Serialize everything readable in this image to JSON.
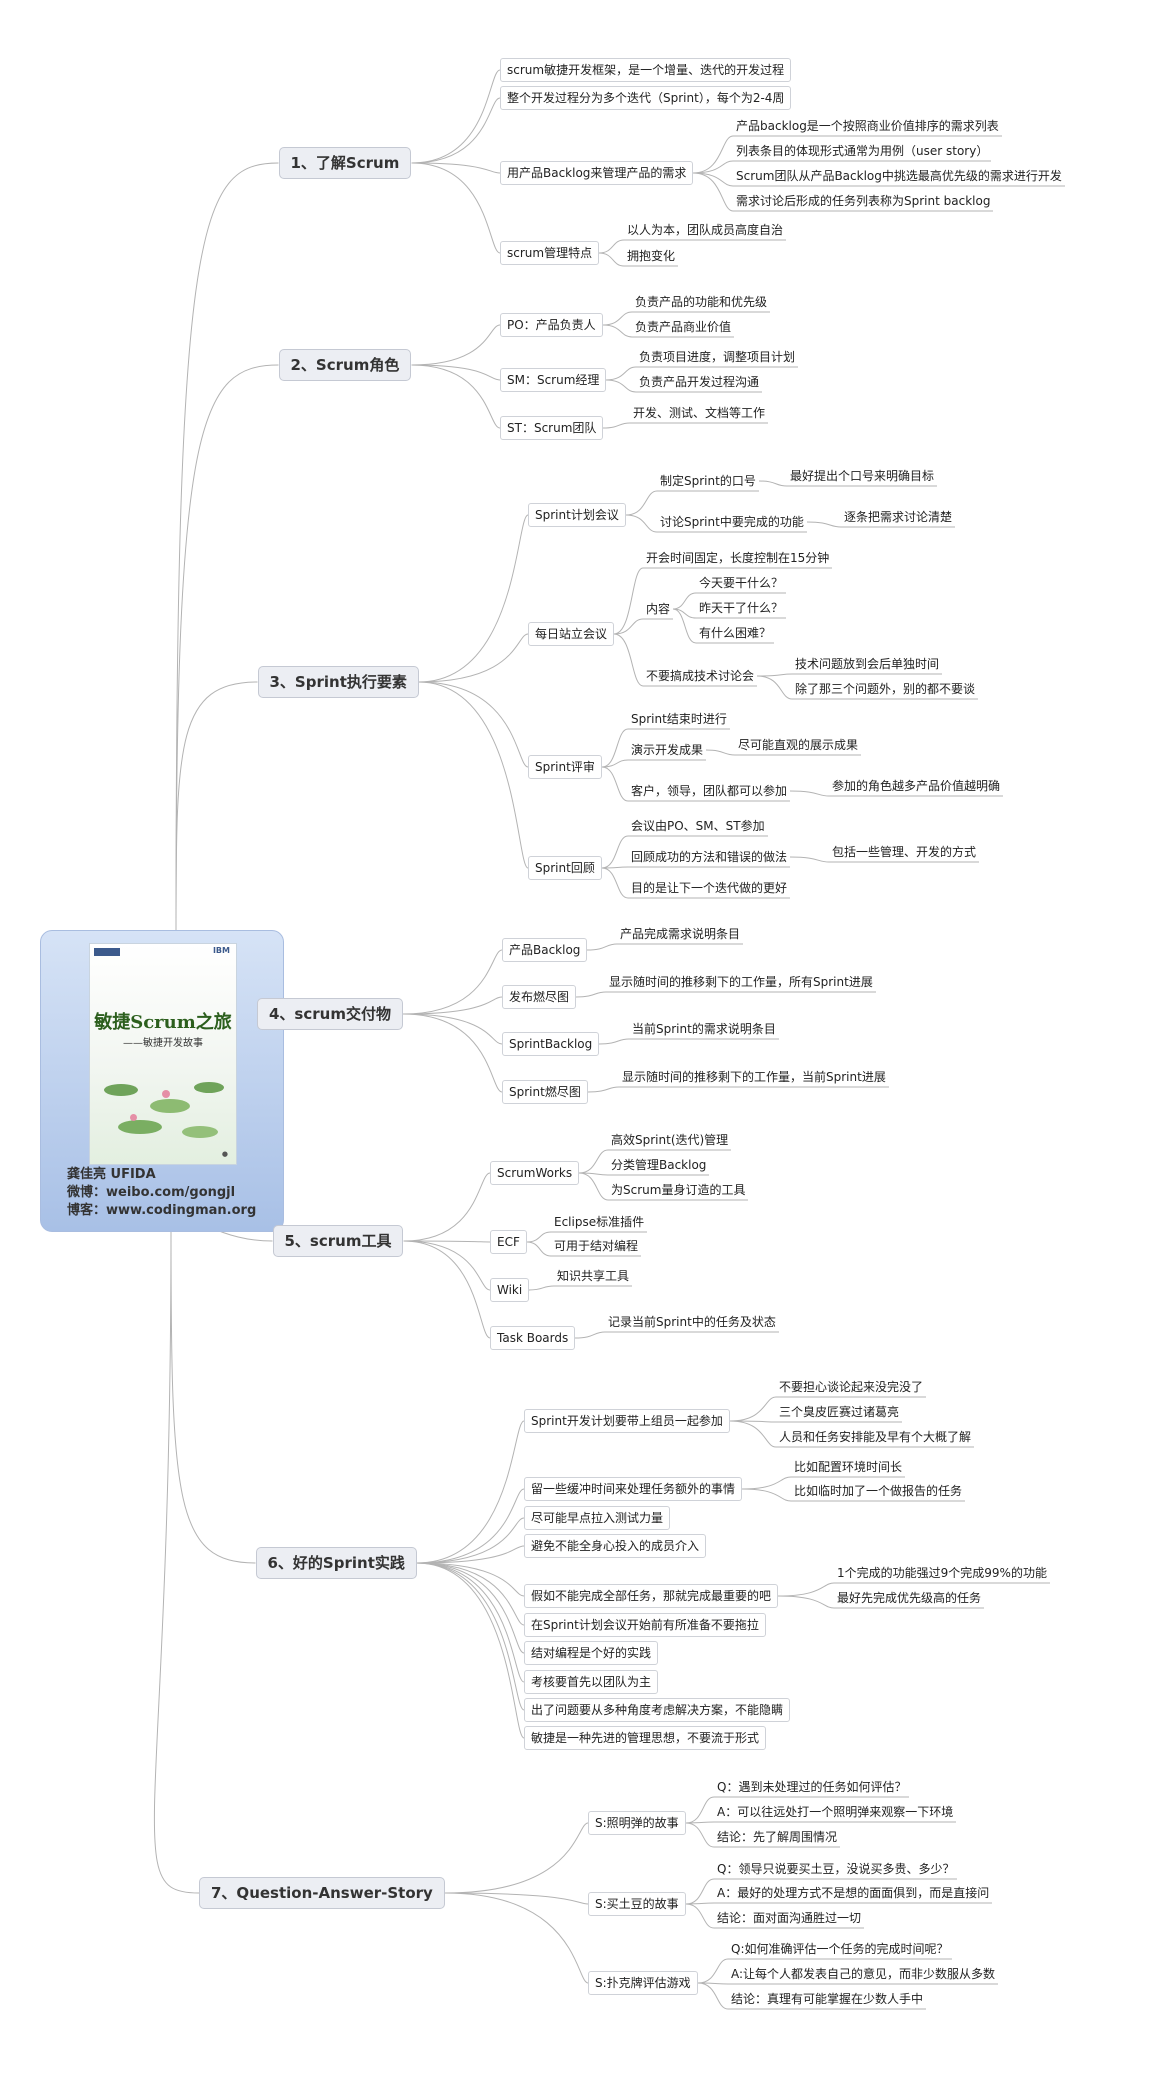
{
  "center": {
    "book_title": "敏捷Scrum之旅",
    "book_subtitle": "——敏捷开发故事",
    "author_line": "龚佳亮   UFIDA",
    "weibo_line": "微博：weibo.com/gongjl",
    "blog_line": "博客：www.codingman.org"
  },
  "colors": {
    "line": "#b3b3b3",
    "topic_bg": "#eceef3",
    "center_bg": "#b6cbeb"
  },
  "branches": [
    {
      "label": "1、了解Scrum",
      "children": [
        {
          "label": "scrum敏捷开发框架，是一个增量、迭代的开发过程"
        },
        {
          "label": "整个开发过程分为多个迭代（Sprint），每个为2-4周"
        },
        {
          "label": "用产品Backlog来管理产品的需求",
          "children": [
            {
              "label": "产品backlog是一个按照商业价值排序的需求列表"
            },
            {
              "label": "列表条目的体现形式通常为用例（user story）"
            },
            {
              "label": "Scrum团队从产品Backlog中挑选最高优先级的需求进行开发"
            },
            {
              "label": "需求讨论后形成的任务列表称为Sprint backlog"
            }
          ]
        },
        {
          "label": "scrum管理特点",
          "children": [
            {
              "label": "以人为本，团队成员高度自治"
            },
            {
              "label": "拥抱变化"
            }
          ]
        }
      ]
    },
    {
      "label": "2、Scrum角色",
      "children": [
        {
          "label": "PO：产品负责人",
          "children": [
            {
              "label": "负责产品的功能和优先级"
            },
            {
              "label": "负责产品商业价值"
            }
          ]
        },
        {
          "label": "SM：Scrum经理",
          "children": [
            {
              "label": "负责项目进度，调整项目计划"
            },
            {
              "label": "负责产品开发过程沟通"
            }
          ]
        },
        {
          "label": "ST：Scrum团队",
          "children": [
            {
              "label": "开发、测试、文档等工作"
            }
          ]
        }
      ]
    },
    {
      "label": "3、Sprint执行要素",
      "children": [
        {
          "label": "Sprint计划会议",
          "children": [
            {
              "label": "制定Sprint的口号",
              "children": [
                {
                  "label": "最好提出个口号来明确目标"
                }
              ]
            },
            {
              "label": "讨论Sprint中要完成的功能",
              "children": [
                {
                  "label": "逐条把需求讨论清楚"
                }
              ]
            }
          ]
        },
        {
          "label": "每日站立会议",
          "children": [
            {
              "label": "开会时间固定，长度控制在15分钟"
            },
            {
              "label": "内容",
              "children": [
                {
                  "label": "今天要干什么？"
                },
                {
                  "label": "昨天干了什么？"
                },
                {
                  "label": "有什么困难？"
                }
              ]
            },
            {
              "label": "不要搞成技术讨论会",
              "children": [
                {
                  "label": "技术问题放到会后单独时间"
                },
                {
                  "label": "除了那三个问题外，别的都不要谈"
                }
              ]
            }
          ]
        },
        {
          "label": "Sprint评审",
          "children": [
            {
              "label": "Sprint结束时进行"
            },
            {
              "label": "演示开发成果",
              "children": [
                {
                  "label": "尽可能直观的展示成果"
                }
              ]
            },
            {
              "label": "客户，领导，团队都可以参加",
              "children": [
                {
                  "label": "参加的角色越多产品价值越明确"
                }
              ]
            }
          ]
        },
        {
          "label": "Sprint回顾",
          "children": [
            {
              "label": "会议由PO、SM、ST参加"
            },
            {
              "label": "回顾成功的方法和错误的做法",
              "children": [
                {
                  "label": "包括一些管理、开发的方式"
                }
              ]
            },
            {
              "label": "目的是让下一个迭代做的更好"
            }
          ]
        }
      ]
    },
    {
      "label": "4、scrum交付物",
      "children": [
        {
          "label": "产品Backlog",
          "children": [
            {
              "label": "产品完成需求说明条目"
            }
          ]
        },
        {
          "label": "发布燃尽图",
          "children": [
            {
              "label": "显示随时间的推移剩下的工作量，所有Sprint进展"
            }
          ]
        },
        {
          "label": "SprintBacklog",
          "children": [
            {
              "label": "当前Sprint的需求说明条目"
            }
          ]
        },
        {
          "label": "Sprint燃尽图",
          "children": [
            {
              "label": "显示随时间的推移剩下的工作量，当前Sprint进展"
            }
          ]
        }
      ]
    },
    {
      "label": "5、scrum工具",
      "children": [
        {
          "label": "ScrumWorks",
          "children": [
            {
              "label": "高效Sprint(迭代)管理"
            },
            {
              "label": "分类管理Backlog"
            },
            {
              "label": "为Scrum量身订造的工具"
            }
          ]
        },
        {
          "label": "ECF",
          "children": [
            {
              "label": "Eclipse标准插件"
            },
            {
              "label": "可用于结对编程"
            }
          ]
        },
        {
          "label": "Wiki",
          "children": [
            {
              "label": "知识共享工具"
            }
          ]
        },
        {
          "label": "Task Boards",
          "children": [
            {
              "label": "记录当前Sprint中的任务及状态"
            }
          ]
        }
      ]
    },
    {
      "label": "6、好的Sprint实践",
      "children": [
        {
          "label": "Sprint开发计划要带上组员一起参加",
          "children": [
            {
              "label": "不要担心谈论起来没完没了"
            },
            {
              "label": "三个臭皮匠赛过诸葛亮"
            },
            {
              "label": "人员和任务安排能及早有个大概了解"
            }
          ]
        },
        {
          "label": "留一些缓冲时间来处理任务额外的事情",
          "children": [
            {
              "label": "比如配置环境时间长"
            },
            {
              "label": "比如临时加了一个做报告的任务"
            }
          ]
        },
        {
          "label": "尽可能早点拉入测试力量"
        },
        {
          "label": "避免不能全身心投入的成员介入"
        },
        {
          "label": "假如不能完成全部任务，那就完成最重要的吧",
          "children": [
            {
              "label": "1个完成的功能强过9个完成99%的功能"
            },
            {
              "label": "最好先完成优先级高的任务"
            }
          ]
        },
        {
          "label": "在Sprint计划会议开始前有所准备不要拖拉"
        },
        {
          "label": "结对编程是个好的实践"
        },
        {
          "label": "考核要首先以团队为主"
        },
        {
          "label": "出了问题要从多种角度考虑解决方案，不能隐瞒"
        },
        {
          "label": "敏捷是一种先进的管理思想，不要流于形式"
        }
      ]
    },
    {
      "label": "7、Question-Answer-Story",
      "children": [
        {
          "label": "S:照明弹的故事",
          "children": [
            {
              "label": "Q：遇到未处理过的任务如何评估？"
            },
            {
              "label": "A：可以往远处打一个照明弹来观察一下环境"
            },
            {
              "label": "结论：先了解周围情况"
            }
          ]
        },
        {
          "label": "S:买土豆的故事",
          "children": [
            {
              "label": "Q：领导只说要买土豆，没说买多贵、多少？"
            },
            {
              "label": "A：最好的处理方式不是想的面面俱到，而是直接问"
            },
            {
              "label": "结论：面对面沟通胜过一切"
            }
          ]
        },
        {
          "label": "S:扑克牌评估游戏",
          "children": [
            {
              "label": "Q:如何准确评估一个任务的完成时间呢？"
            },
            {
              "label": "A:让每个人都发表自己的意见，而非少数服从多数"
            },
            {
              "label": "结论：真理有可能掌握在少数人手中"
            }
          ]
        }
      ]
    }
  ]
}
